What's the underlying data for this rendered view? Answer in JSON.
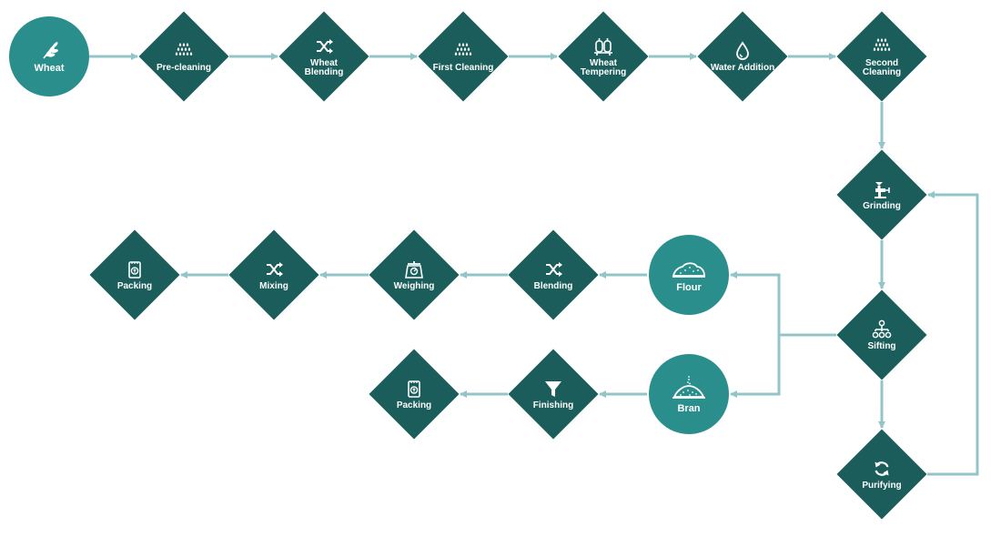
{
  "colors": {
    "connector": "#93c4c7",
    "step_fill": "#1a5d5b",
    "product_fill": "#2a8e8d",
    "text": "#ffffff"
  },
  "diagram": {
    "nodes": [
      {
        "id": "wheat",
        "label": "Wheat",
        "shape": "circle",
        "icon": "wheat-icon"
      },
      {
        "id": "pre-cleaning",
        "label": "Pre-cleaning",
        "shape": "diamond",
        "icon": "droplets-icon"
      },
      {
        "id": "wheat-blending",
        "label": "Wheat Blending",
        "shape": "diamond",
        "icon": "shuffle-icon"
      },
      {
        "id": "first-cleaning",
        "label": "First Cleaning",
        "shape": "diamond",
        "icon": "droplets-icon"
      },
      {
        "id": "wheat-tempering",
        "label": "Wheat Tempering",
        "shape": "diamond",
        "icon": "tanks-icon"
      },
      {
        "id": "water-addition",
        "label": "Water Addition",
        "shape": "diamond",
        "icon": "water-drop-icon"
      },
      {
        "id": "second-cleaning",
        "label": "Second Cleaning",
        "shape": "diamond",
        "icon": "droplets-icon"
      },
      {
        "id": "grinding",
        "label": "Grinding",
        "shape": "diamond",
        "icon": "grinder-icon"
      },
      {
        "id": "sifting",
        "label": "Sifting",
        "shape": "diamond",
        "icon": "sifter-icon"
      },
      {
        "id": "purifying",
        "label": "Purifying",
        "shape": "diamond",
        "icon": "refresh-icon"
      },
      {
        "id": "flour",
        "label": "Flour",
        "shape": "circle",
        "icon": "flour-pile-icon"
      },
      {
        "id": "blending",
        "label": "Blending",
        "shape": "diamond",
        "icon": "shuffle-icon"
      },
      {
        "id": "weighing",
        "label": "Weighing",
        "shape": "diamond",
        "icon": "scale-icon"
      },
      {
        "id": "mixing",
        "label": "Mixing",
        "shape": "diamond",
        "icon": "shuffle-icon"
      },
      {
        "id": "packing-flour",
        "label": "Packing",
        "shape": "diamond",
        "icon": "flour-bag-icon"
      },
      {
        "id": "bran",
        "label": "Bran",
        "shape": "circle",
        "icon": "bran-pile-icon"
      },
      {
        "id": "finishing",
        "label": "Finishing",
        "shape": "diamond",
        "icon": "funnel-icon"
      },
      {
        "id": "packing-bran",
        "label": "Packing",
        "shape": "diamond",
        "icon": "flour-bag-icon"
      }
    ],
    "edges": [
      {
        "from": "wheat",
        "to": "pre-cleaning"
      },
      {
        "from": "pre-cleaning",
        "to": "wheat-blending"
      },
      {
        "from": "wheat-blending",
        "to": "first-cleaning"
      },
      {
        "from": "first-cleaning",
        "to": "wheat-tempering"
      },
      {
        "from": "wheat-tempering",
        "to": "water-addition"
      },
      {
        "from": "water-addition",
        "to": "second-cleaning"
      },
      {
        "from": "second-cleaning",
        "to": "grinding"
      },
      {
        "from": "grinding",
        "to": "sifting"
      },
      {
        "from": "sifting",
        "to": "purifying"
      },
      {
        "from": "purifying",
        "to": "grinding"
      },
      {
        "from": "sifting",
        "to": "flour"
      },
      {
        "from": "sifting",
        "to": "bran"
      },
      {
        "from": "flour",
        "to": "blending"
      },
      {
        "from": "blending",
        "to": "weighing"
      },
      {
        "from": "weighing",
        "to": "mixing"
      },
      {
        "from": "mixing",
        "to": "packing-flour"
      },
      {
        "from": "bran",
        "to": "finishing"
      },
      {
        "from": "finishing",
        "to": "packing-bran"
      }
    ]
  }
}
